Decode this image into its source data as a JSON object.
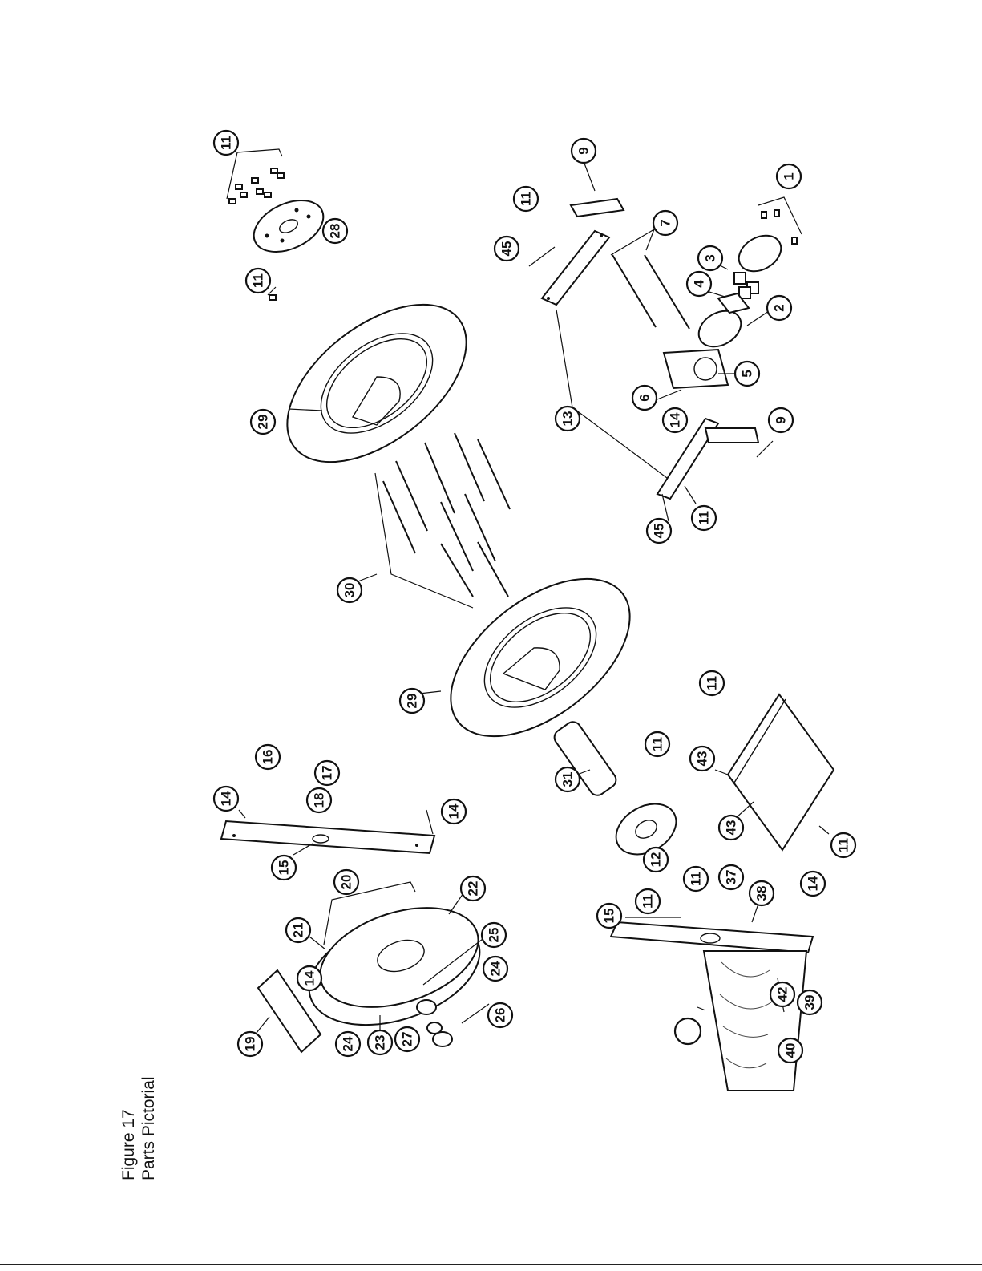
{
  "caption": {
    "figure": "Figure 17",
    "title": "Parts Pictorial"
  },
  "callouts": [
    {
      "id": "c-11a",
      "label": "11"
    },
    {
      "id": "c-28",
      "label": "28"
    },
    {
      "id": "c-11b",
      "label": "11"
    },
    {
      "id": "c-29a",
      "label": "29"
    },
    {
      "id": "c-30",
      "label": "30"
    },
    {
      "id": "c-29b",
      "label": "29"
    },
    {
      "id": "c-11c",
      "label": "11"
    },
    {
      "id": "c-45a",
      "label": "45"
    },
    {
      "id": "c-9a",
      "label": "9"
    },
    {
      "id": "c-1",
      "label": "1"
    },
    {
      "id": "c-7",
      "label": "7"
    },
    {
      "id": "c-3",
      "label": "3"
    },
    {
      "id": "c-4",
      "label": "4"
    },
    {
      "id": "c-2",
      "label": "2"
    },
    {
      "id": "c-5",
      "label": "5"
    },
    {
      "id": "c-6",
      "label": "6"
    },
    {
      "id": "c-13",
      "label": "13"
    },
    {
      "id": "c-14a",
      "label": "14"
    },
    {
      "id": "c-9b",
      "label": "9"
    },
    {
      "id": "c-45b",
      "label": "45"
    },
    {
      "id": "c-11d",
      "label": "11"
    },
    {
      "id": "c-16",
      "label": "16"
    },
    {
      "id": "c-14b",
      "label": "14"
    },
    {
      "id": "c-17",
      "label": "17"
    },
    {
      "id": "c-18",
      "label": "18"
    },
    {
      "id": "c-14c",
      "label": "14"
    },
    {
      "id": "c-15a",
      "label": "15"
    },
    {
      "id": "c-20",
      "label": "20"
    },
    {
      "id": "c-21",
      "label": "21"
    },
    {
      "id": "c-22",
      "label": "22"
    },
    {
      "id": "c-25",
      "label": "25"
    },
    {
      "id": "c-24a",
      "label": "24"
    },
    {
      "id": "c-14d",
      "label": "14"
    },
    {
      "id": "c-19",
      "label": "19"
    },
    {
      "id": "c-24b",
      "label": "24"
    },
    {
      "id": "c-23",
      "label": "23"
    },
    {
      "id": "c-27",
      "label": "27"
    },
    {
      "id": "c-26",
      "label": "26"
    },
    {
      "id": "c-11e",
      "label": "11"
    },
    {
      "id": "c-31",
      "label": "31"
    },
    {
      "id": "c-11f",
      "label": "11"
    },
    {
      "id": "c-43a",
      "label": "43"
    },
    {
      "id": "c-43b",
      "label": "43"
    },
    {
      "id": "c-11g",
      "label": "11"
    },
    {
      "id": "c-12",
      "label": "12"
    },
    {
      "id": "c-11h",
      "label": "11"
    },
    {
      "id": "c-11i",
      "label": "11"
    },
    {
      "id": "c-37",
      "label": "37"
    },
    {
      "id": "c-15b",
      "label": "15"
    },
    {
      "id": "c-38",
      "label": "38"
    },
    {
      "id": "c-14e",
      "label": "14"
    },
    {
      "id": "c-42",
      "label": "42"
    },
    {
      "id": "c-39",
      "label": "39"
    },
    {
      "id": "c-40",
      "label": "40"
    },
    {
      "id": "c-blank",
      "label": ""
    }
  ]
}
